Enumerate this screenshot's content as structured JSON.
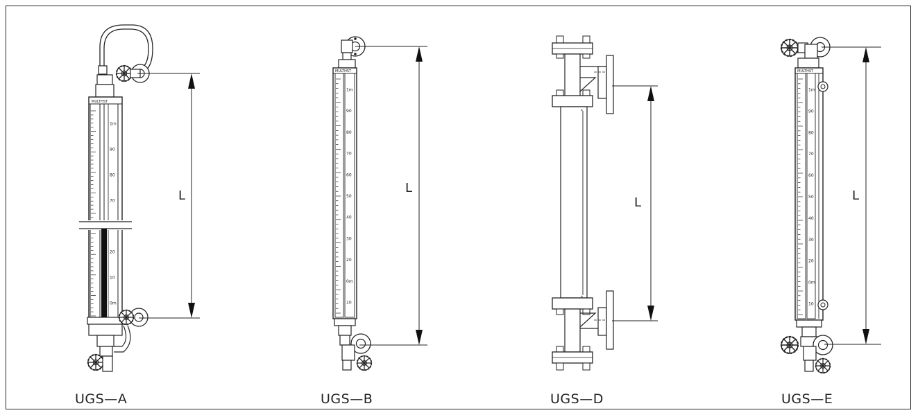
{
  "gauges": [
    {
      "id": "a",
      "model": "UGS—A"
    },
    {
      "id": "b",
      "model": "UGS—B"
    },
    {
      "id": "d",
      "model": "UGS—D"
    },
    {
      "id": "e",
      "model": "UGS—E"
    }
  ],
  "brand_label": "MULTHST",
  "dimension_label": "L",
  "scale_labels": [
    "1m",
    "90",
    "80",
    "70",
    "60",
    "50",
    "40",
    "30",
    "20",
    "10",
    "0m"
  ]
}
